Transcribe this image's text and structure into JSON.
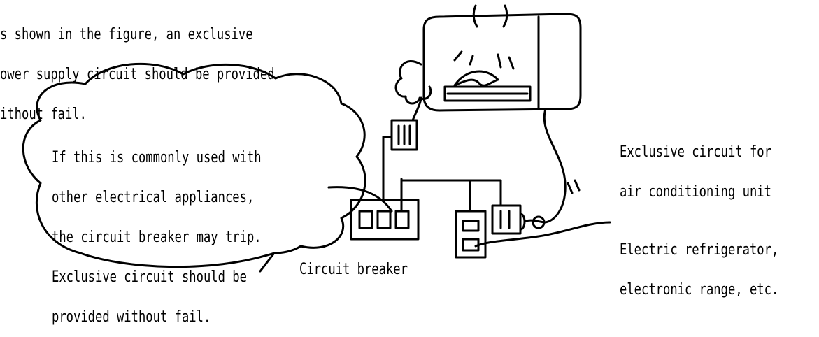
{
  "intro": {
    "line1": "s shown in the figure, an exclusive",
    "line2": "ower supply circuit should be provided",
    "line3": "ithout fail."
  },
  "bubble": {
    "line1": "If this is commonly used with",
    "line2": "other electrical appliances,",
    "line3": "the circuit breaker may trip.",
    "line4": "Exclusive circuit should be",
    "line5": "provided without fail."
  },
  "label_exclusive": {
    "line1": "Exclusive circuit for",
    "line2": "air conditioning unit"
  },
  "label_appliances": {
    "line1": "Electric refrigerator,",
    "line2": "electronic range, etc."
  },
  "label_breaker": "Circuit breaker"
}
